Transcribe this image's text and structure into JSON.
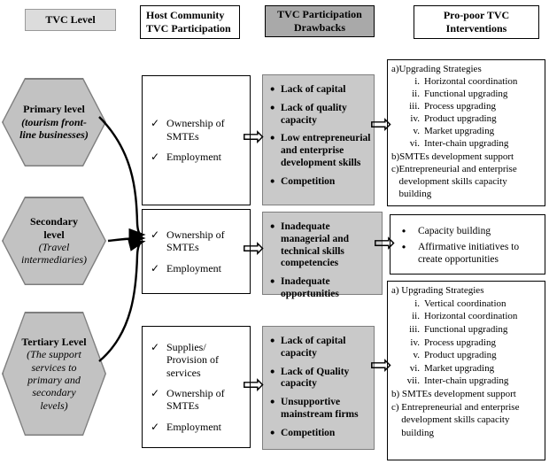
{
  "icons": {
    "check": "✓",
    "bullet": "•",
    "block_arrow": "⇨"
  },
  "colors": {
    "hexagon_fill": "#c2c2c2",
    "drawback_fill": "#c9c9c9",
    "header_light": "#dcdcdc",
    "header_dark": "#a9a9a9",
    "border": "#000000"
  },
  "header": {
    "col1": "TVC Level",
    "col2": "Host Community TVC Participation",
    "col3": "TVC Participation Drawbacks",
    "col4": "Pro-poor TVC Interventions"
  },
  "levels": [
    {
      "title": "Primary level",
      "subtitle": "(tourism front-line businesses)"
    },
    {
      "title": "Secondary level",
      "subtitle": "(Travel intermediaries)"
    },
    {
      "title": "Tertiary Level",
      "subtitle": "(The support services to primary and secondary levels)"
    }
  ],
  "participation": [
    [
      "Ownership of SMTEs",
      "Employment"
    ],
    [
      "Ownership of SMTEs",
      "Employment"
    ],
    [
      "Supplies/ Provision of services",
      "Ownership of SMTEs",
      "Employment"
    ]
  ],
  "drawbacks": [
    [
      "Lack of capital",
      "Lack of quality capacity",
      "Low entrepreneurial and enterprise development skills",
      "Competition"
    ],
    [
      "Inadequate managerial and technical skills competencies",
      "Inadequate opportunities"
    ],
    [
      "Lack of capital capacity",
      "Lack of Quality capacity",
      "Unsupportive mainstream firms",
      "Competition"
    ]
  ],
  "interventions": {
    "primary_lines": [
      {
        "p": "a)",
        "t": "Upgrading Strategies",
        "lvl": 0
      },
      {
        "p": "i.",
        "t": "Horizontal coordination",
        "lvl": 1
      },
      {
        "p": "ii.",
        "t": "Functional upgrading",
        "lvl": 1
      },
      {
        "p": "iii.",
        "t": "Process upgrading",
        "lvl": 1
      },
      {
        "p": "iv.",
        "t": "Product upgrading",
        "lvl": 1
      },
      {
        "p": "v.",
        "t": "Market upgrading",
        "lvl": 1
      },
      {
        "p": "vi.",
        "t": "Inter-chain upgrading",
        "lvl": 1
      },
      {
        "p": "b)",
        "t": "SMTEs development support",
        "lvl": 0
      },
      {
        "p": "c)",
        "t": "Entrepreneurial and enterprise development skills capacity building",
        "lvl": 0
      }
    ],
    "secondary_items": [
      "Capacity building",
      "Affirmative initiatives to create opportunities"
    ],
    "tertiary_lines": [
      {
        "p": "a) ",
        "t": "Upgrading Strategies",
        "lvl": 0
      },
      {
        "p": "i.",
        "t": "Vertical coordination",
        "lvl": 1
      },
      {
        "p": "ii.",
        "t": "Horizontal coordination",
        "lvl": 1
      },
      {
        "p": "iii.",
        "t": "Functional upgrading",
        "lvl": 1
      },
      {
        "p": "iv.",
        "t": "Process upgrading",
        "lvl": 1
      },
      {
        "p": "v.",
        "t": "Product upgrading",
        "lvl": 1
      },
      {
        "p": "vi.",
        "t": "Market upgrading",
        "lvl": 1
      },
      {
        "p": "vii.",
        "t": "Inter-chain upgrading",
        "lvl": 1
      },
      {
        "p": "b) ",
        "t": "SMTEs development support",
        "lvl": 0
      },
      {
        "p": "c) ",
        "t": "Entrepreneurial and enterprise development skills capacity building",
        "lvl": 0
      }
    ]
  }
}
